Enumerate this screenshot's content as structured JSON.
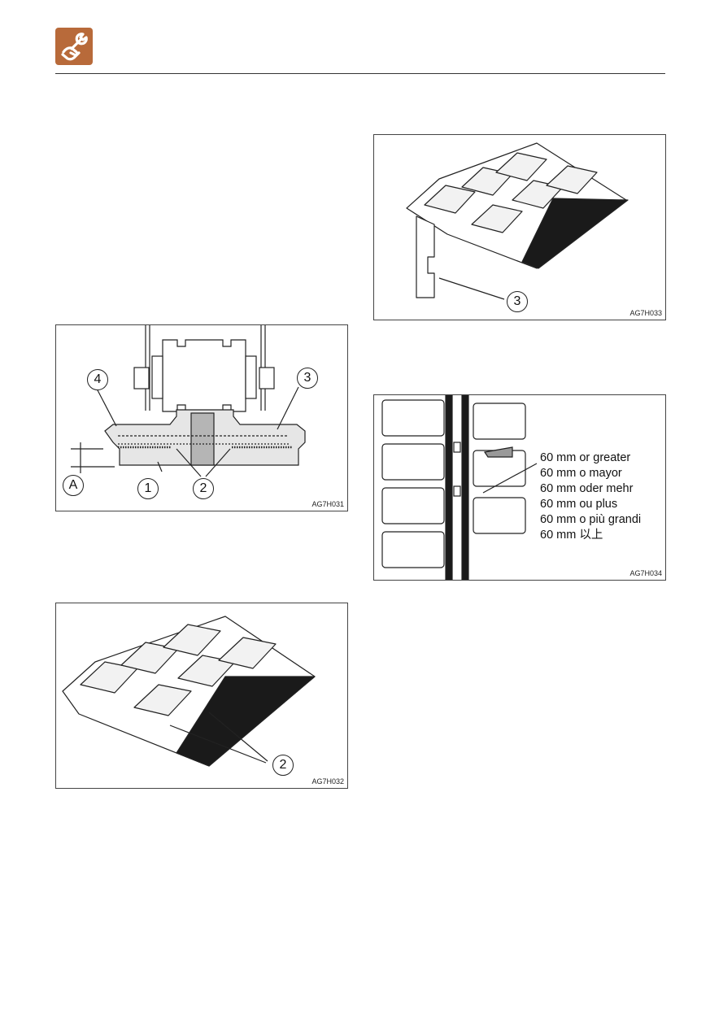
{
  "header": {
    "icon": "wrench-hand-icon",
    "icon_color": "#b86a3a"
  },
  "fig1": {
    "code": "AG7H031",
    "callouts": {
      "c4": "4",
      "c3": "3",
      "cA": "A",
      "c1": "1",
      "c2": "2"
    }
  },
  "fig2": {
    "code": "AG7H032",
    "callouts": {
      "c2": "2"
    }
  },
  "fig3": {
    "code": "AG7H033",
    "callouts": {
      "c3": "3"
    }
  },
  "fig4": {
    "code": "AG7H034",
    "measurements": [
      "60 mm or greater",
      "60 mm o mayor",
      "60 mm oder mehr",
      "60 mm ou plus",
      "60 mm o più grandi",
      "60 mm 以上"
    ]
  }
}
